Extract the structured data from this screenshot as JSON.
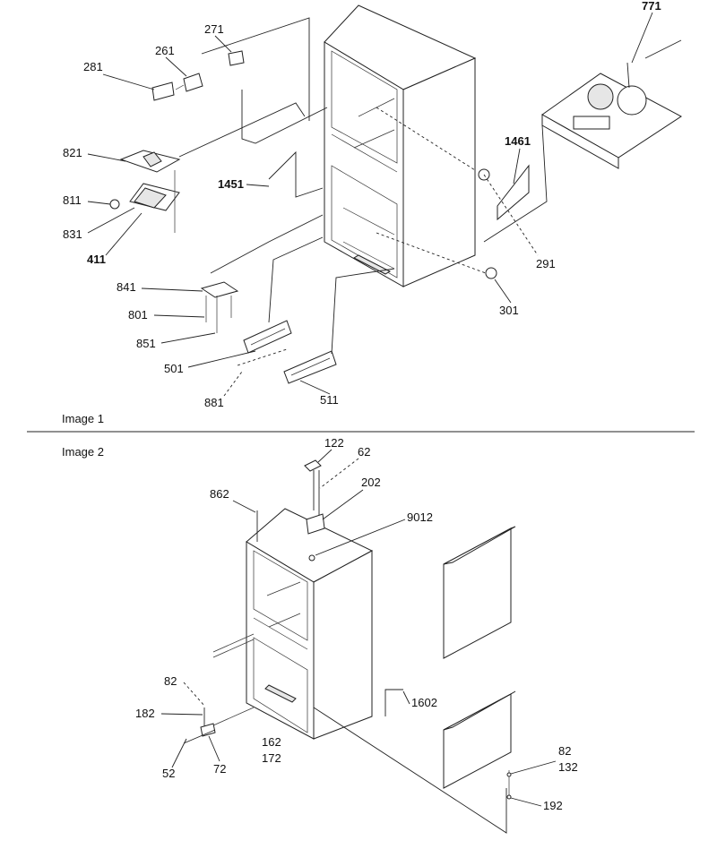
{
  "sections": [
    {
      "title": "Image 1"
    },
    {
      "title": "Image 2"
    }
  ],
  "image1_callouts": [
    "771",
    "271",
    "261",
    "281",
    "821",
    "1461",
    "811",
    "1451",
    "831",
    "411",
    "291",
    "841",
    "801",
    "301",
    "851",
    "501",
    "881",
    "511"
  ],
  "image2_callouts": [
    "122",
    "62",
    "202",
    "862",
    "9012",
    "82",
    "182",
    "1602",
    "162",
    "172",
    "52",
    "72",
    "82",
    "132",
    "192"
  ]
}
